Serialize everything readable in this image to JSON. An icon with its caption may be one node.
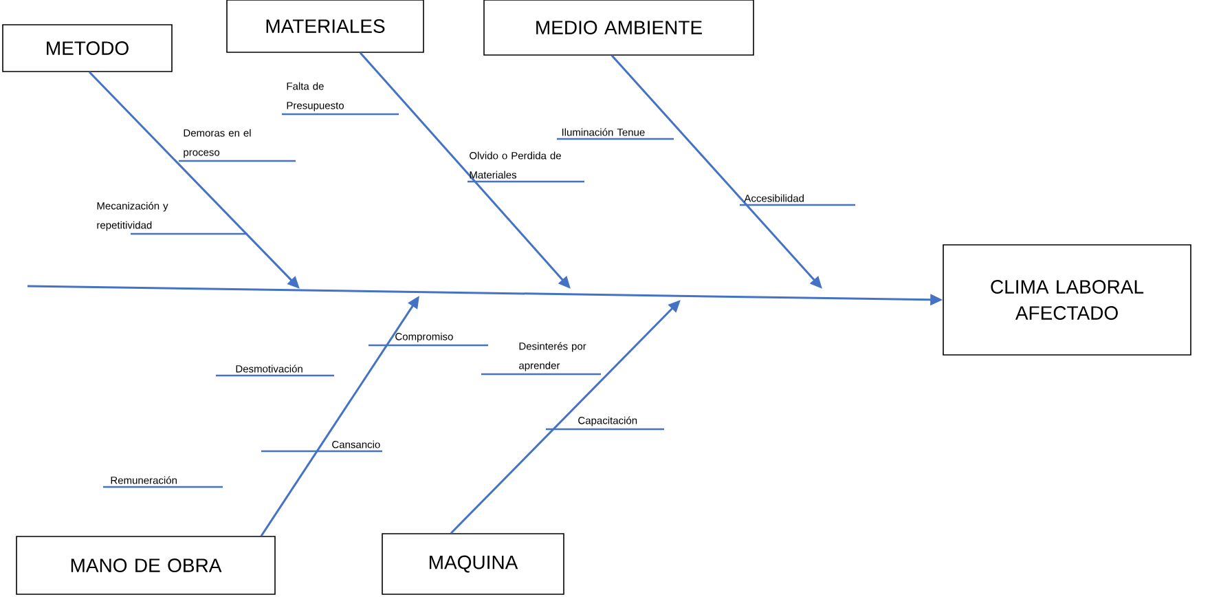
{
  "diagram": {
    "nodes": [
      {
        "text": [
          "METODO"
        ]
      },
      {
        "text": [
          "MATERIALES"
        ]
      },
      {
        "text": [
          "MEDIO AMBIENTE"
        ]
      },
      {
        "text": [
          "CLIMA LABORAL AFECTADO"
        ]
      },
      {
        "text": [
          "MANO DE OBRA"
        ]
      },
      {
        "text": [
          "MAQUINA"
        ]
      }
    ],
    "edges": [
      {
        "from": null,
        "to": 3,
        "arrow": "to"
      },
      {
        "from": 0,
        "to": null,
        "arrow": "to"
      },
      {
        "from": 1,
        "to": null,
        "arrow": "to"
      },
      {
        "from": 2,
        "to": null,
        "arrow": "to"
      },
      {
        "from": 4,
        "to": null,
        "arrow": "to"
      },
      {
        "from": 5,
        "to": null,
        "arrow": "to"
      }
    ],
    "labels": [
      "Falta de Presupuesto",
      "Iluminación Tenue",
      "Demoras en el proceso",
      "Olvido o Perdida de Materiales",
      "Accesibilidad",
      "Mecanización y repetitividad",
      "Compromiso",
      "Desinterés por aprender",
      "Desmotivación",
      "Capacitación",
      "Cansancio",
      "Remuneración"
    ]
  }
}
